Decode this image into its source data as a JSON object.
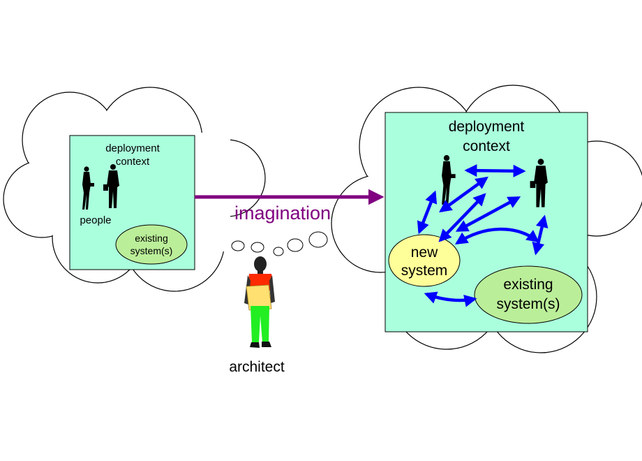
{
  "left_context": {
    "title_line1": "deployment",
    "title_line2": "context",
    "people_label": "people",
    "system_line1": "existing",
    "system_line2": "system(s)"
  },
  "right_context": {
    "title_line1": "deployment",
    "title_line2": "context",
    "new_system_line1": "new",
    "new_system_line2": "system",
    "existing_line1": "existing",
    "existing_line2": "system(s)"
  },
  "imagination_label": "imagination",
  "architect_label": "architect",
  "colors": {
    "context_fill": "#aaffdd",
    "existing_fill": "#bbee99",
    "new_system_fill": "#ffff99",
    "imagination": "#800080",
    "interaction_arrows": "#0000ff",
    "shirt": "#ff2a00",
    "pants": "#22ee22",
    "folder": "#ffe070"
  },
  "icons": {
    "person": "person-silhouette-icon",
    "thought": "thought-bubble-icon",
    "architect": "architect-figure-icon"
  }
}
